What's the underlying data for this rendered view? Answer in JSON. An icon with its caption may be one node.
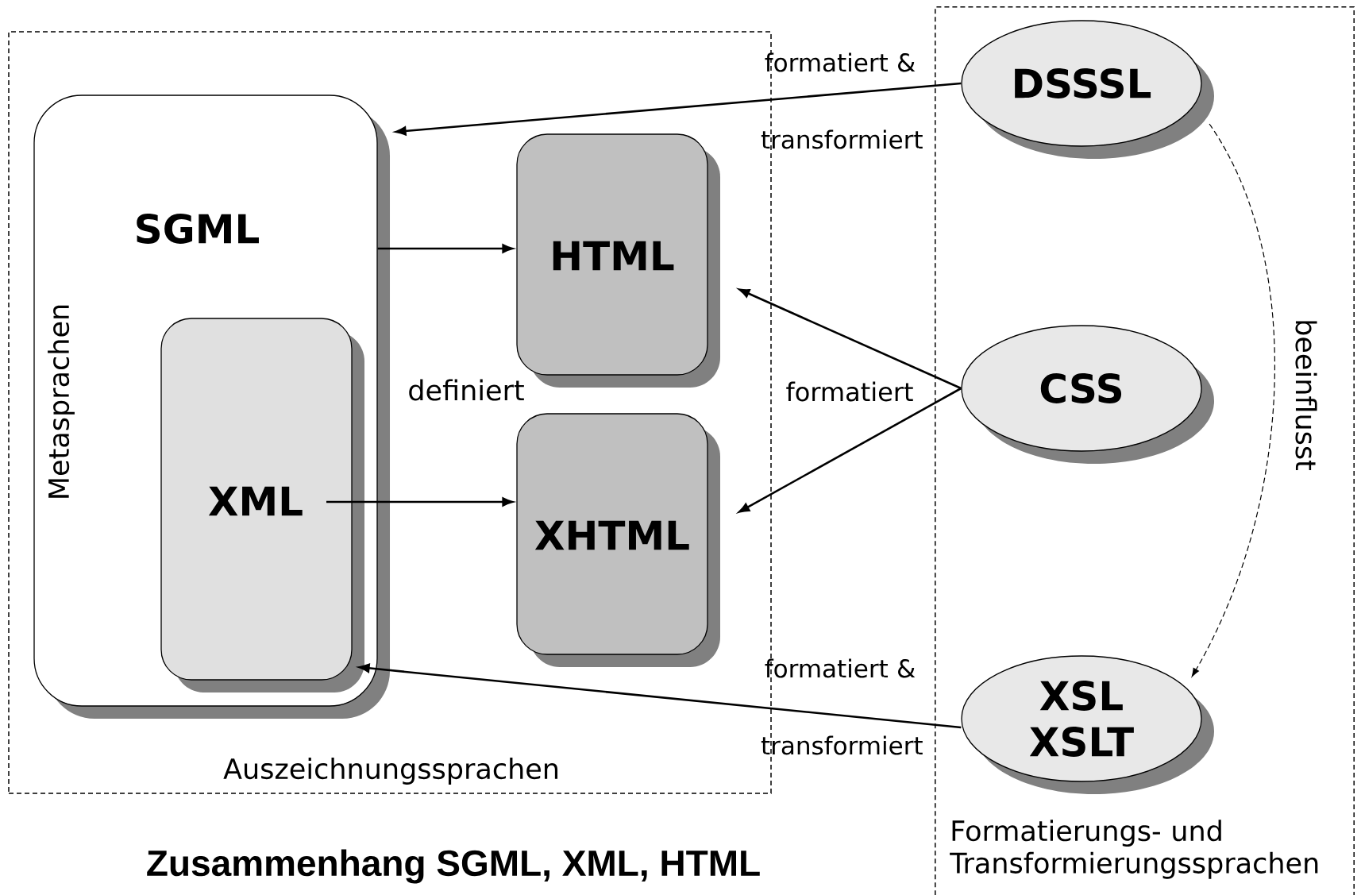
{
  "diagram": {
    "title": "Zusammenhang SGML, XML, HTML",
    "nodes": [
      {
        "text": [
          "Auszeichnungssprachen"
        ]
      },
      {
        "text": [
          "SGML",
          "Metasprachen"
        ],
        "in": 0
      },
      {
        "text": [
          "XML"
        ],
        "in": 1
      },
      {
        "text": [
          "HTML"
        ],
        "in": 0
      },
      {
        "text": [
          "XHTML"
        ],
        "in": 0
      },
      {
        "text": [
          "Formatierungs- und Transformierungssprachen"
        ]
      },
      {
        "text": [
          "DSSSL"
        ],
        "in": 5
      },
      {
        "text": [
          "CSS"
        ],
        "in": 5
      },
      {
        "text": [
          "XSL XSLT"
        ],
        "in": 5
      }
    ],
    "edges": [
      {
        "from": 6,
        "to": 1,
        "arrow": "to",
        "label": "formatiert & transformiert"
      },
      {
        "from": 1,
        "to": 3,
        "arrow": "to"
      },
      {
        "from": 2,
        "to": 4,
        "arrow": "to"
      },
      {
        "from": 7,
        "to": 3,
        "arrow": "to"
      },
      {
        "from": 7,
        "to": 4,
        "arrow": "to"
      },
      {
        "from": 8,
        "to": 2,
        "arrow": "to",
        "label": "formatiert & transformiert"
      },
      {
        "from": 6,
        "to": 8,
        "arrow": "to",
        "style": "dashed",
        "label": "beeinflusst"
      }
    ],
    "labels": [
      "definiert",
      "formatiert"
    ]
  }
}
